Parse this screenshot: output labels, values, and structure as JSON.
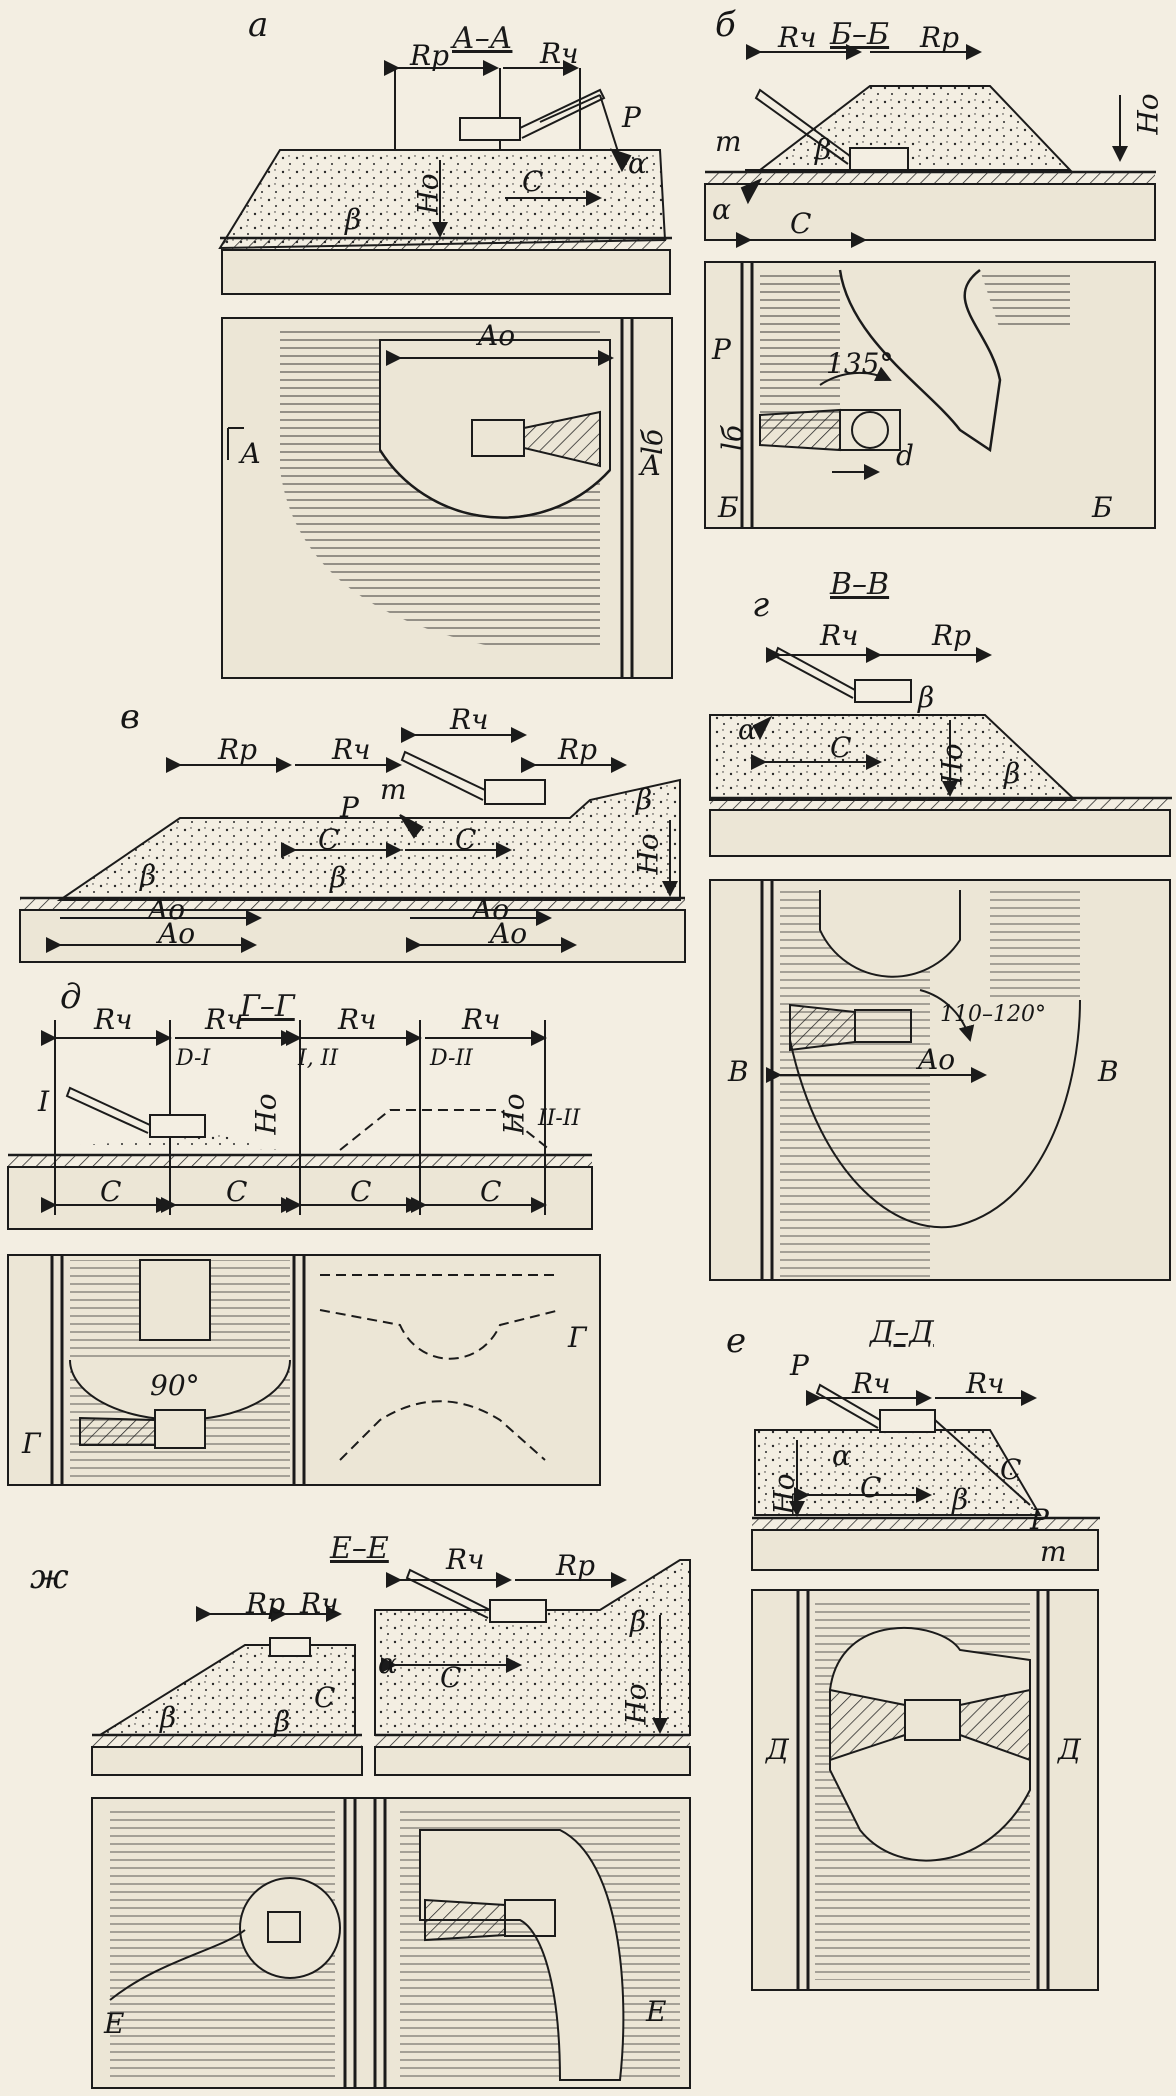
{
  "figures": {
    "a": {
      "letter": "а",
      "section": "А–А",
      "Rp": "Rр",
      "Rch": "Rч",
      "Ho": "Ho",
      "C": "C",
      "P": "P",
      "alpha": "α",
      "beta": "β",
      "Ao": "Ao",
      "lb": "lб",
      "cut_left": "А",
      "cut_right": "А"
    },
    "b": {
      "letter": "б",
      "section": "Б–Б",
      "Rch": "Rч",
      "Rp": "Rр",
      "Ho": "Ho",
      "m": "m",
      "C": "C",
      "alpha": "α",
      "beta": "β",
      "P": "P",
      "angle": "135°",
      "lb": "lб",
      "d": "d",
      "cut_left": "Б",
      "cut_right": "Б"
    },
    "v": {
      "letter": "в",
      "Rp_left": "Rр",
      "Rch_left": "Rч",
      "Rch_mid": "Rч",
      "Rp_right": "Rр",
      "m": "m",
      "P": "P",
      "C1": "C",
      "C2": "C",
      "beta1": "β",
      "beta2": "β",
      "beta3": "β",
      "Ho": "Ho",
      "Ao1": "Ao",
      "Ao2": "Ao",
      "Ao3": "Ao",
      "Ao4": "Ao"
    },
    "g": {
      "letter": "г",
      "section": "В–В",
      "Rch": "Rч",
      "Rp": "Rр",
      "beta1": "β",
      "beta2": "β",
      "alpha": "α",
      "C": "C",
      "Ho": "Ho",
      "angle": "110–120°",
      "Ao": "Ao",
      "cut_left": "В",
      "cut_right": "В"
    },
    "d": {
      "letter": "д",
      "section": "Г–Г",
      "Rch1": "Rч",
      "Rch2": "Rч",
      "Rch3": "Rч",
      "Rch4": "Rч",
      "DI": "D-I",
      "III": "I, II",
      "DII": "D-II",
      "I": "I",
      "IIII": "II-II",
      "Ho1": "Ho",
      "Ho2": "Ho",
      "C1": "C",
      "C2": "C",
      "C3": "C",
      "C4": "C",
      "angle": "90°",
      "cut_left": "Г",
      "cut_right": "Г"
    },
    "e": {
      "letter": "е",
      "section": "Д–Д",
      "P": "P",
      "Rch1": "Rч",
      "Rch2": "Rч",
      "Ho": "Ho",
      "alpha": "α",
      "C1": "C",
      "C2": "C",
      "beta": "β",
      "P2": "P",
      "m": "m",
      "cut_left": "Д",
      "cut_right": "Д"
    },
    "zh": {
      "letter": "ж",
      "section": "Е–Е",
      "Rch1": "Rч",
      "Rp1": "Rр",
      "Rch2": "Rч",
      "Rp2": "Rр",
      "beta1": "β",
      "beta2": "β",
      "beta3": "β",
      "C1": "C",
      "C2": "C",
      "alpha": "α",
      "Ho": "Ho",
      "cut_left": "Е",
      "cut_right": "Е"
    }
  }
}
